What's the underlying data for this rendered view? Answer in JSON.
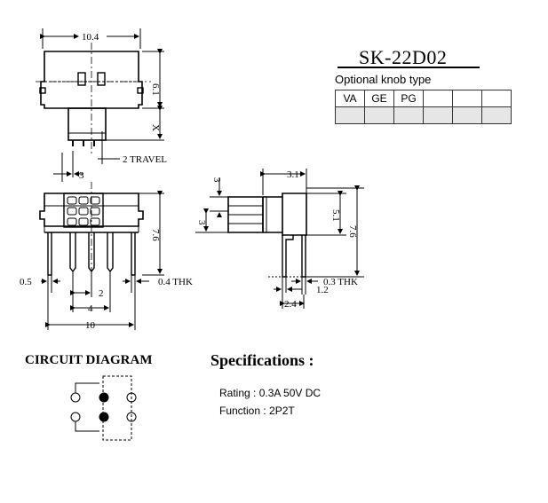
{
  "part_number": "SK-22D02",
  "knob": {
    "label": "Optional knob type",
    "row1": [
      "VA",
      "GE",
      "PG",
      "",
      "",
      ""
    ],
    "row2": [
      "",
      "",
      "",
      "",
      "",
      ""
    ]
  },
  "dimensions": {
    "top_width": "10.4",
    "top_height": "6.1",
    "x_label": "X",
    "travel": "2 TRAVEL",
    "pitch_top": "3",
    "front_height": "7.6",
    "lead_left": "0.5",
    "lead_pitch": "2",
    "lead_thk": "0.4 THK",
    "span_4": "4",
    "span_10": "10",
    "side_width": "3.1",
    "side_3a": "3",
    "side_3b": "3",
    "side_5_1": "5.1",
    "side_7_6": "7.6",
    "side_thk": "0.3 THK",
    "side_1_2": "1.2",
    "side_2_4": "2.4"
  },
  "circuit": {
    "title": "CIRCUIT DIAGRAM"
  },
  "specs": {
    "title": "Specifications :",
    "rating": "Rating : 0.3A 50V DC",
    "function": "Function : 2P2T"
  }
}
